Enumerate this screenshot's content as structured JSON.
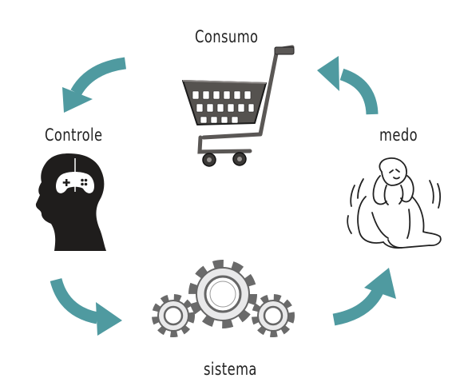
{
  "diagram": {
    "nodes": {
      "consumo": {
        "label": "Consumo",
        "icon": "shopping-cart-icon"
      },
      "medo": {
        "label": "medo",
        "icon": "frightened-person-icon"
      },
      "sistema": {
        "label": "sistema",
        "icon": "gears-icon"
      },
      "controle": {
        "label": "Controle",
        "icon": "gamepad-head-icon"
      }
    },
    "cycle": [
      "consumo",
      "controle",
      "sistema",
      "medo"
    ],
    "colors": {
      "arrow": "#4f9aa0",
      "cart": "#5a5755",
      "head": "#1f1d1c",
      "gear_fill": "#e9e9ea",
      "gear_stroke": "#666666"
    }
  }
}
